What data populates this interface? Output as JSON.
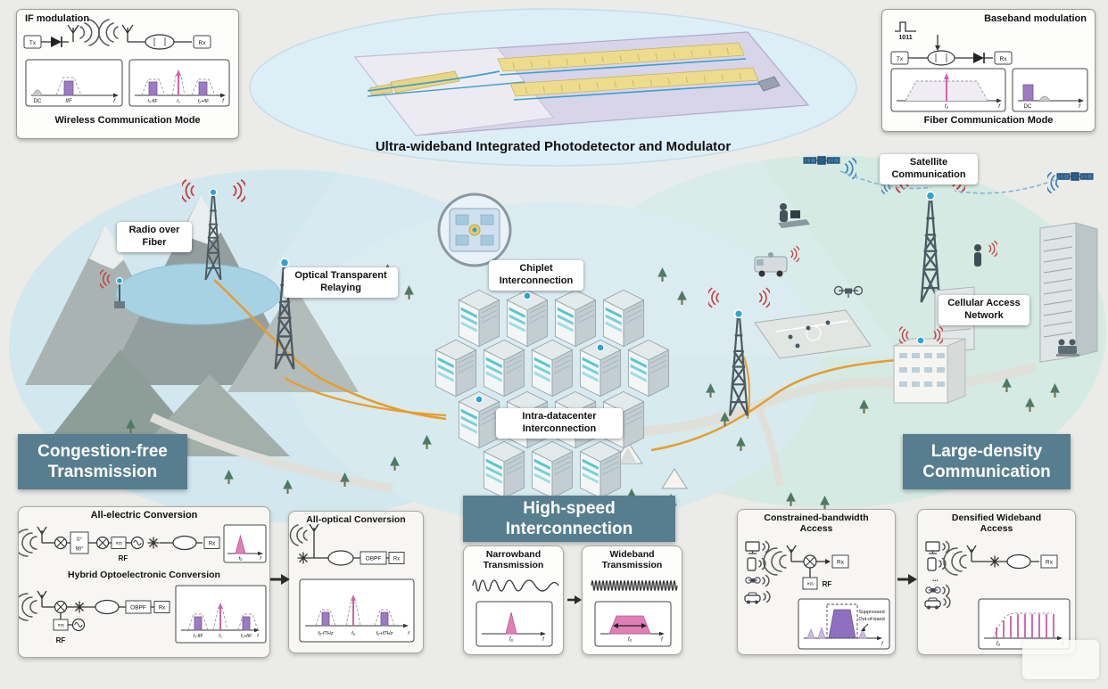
{
  "figure": {
    "chip_title": "Ultra-wideband Integrated Photodetector and Modulator"
  },
  "wireless_mode": {
    "title": "IF modulation",
    "caption": "Wireless Communication Mode",
    "tx": "Tx",
    "rx": "Rx",
    "spec_if": {
      "dc": "DC",
      "peak": "fIF",
      "axis": "f"
    },
    "spec_rf": {
      "lower": "f₀-fIF",
      "carrier": "f₀",
      "upper": "f₀+fIF",
      "axis": "f"
    }
  },
  "fiber_mode": {
    "title": "Baseband modulation",
    "bits": "1011",
    "caption": "Fiber Communication Mode",
    "tx": "Tx",
    "rx": "Rx",
    "spec_carrier": {
      "carrier": "f₀",
      "axis": "f"
    },
    "spec_dc": {
      "dc": "DC",
      "axis": "f"
    }
  },
  "scene": {
    "callouts": {
      "radio_over_fiber": "Radio over Fiber",
      "optical_relaying": "Optical Transparent Relaying",
      "chiplet": "Chiplet Interconnection",
      "satellite": "Satellite Communication",
      "cellular": "Cellular Access Network",
      "datacenter": "Intra-datacenter Interconnection"
    }
  },
  "banners": {
    "congestion": "Congestion-free Transmission",
    "highspeed": "High-speed Interconnection",
    "density": "Large-density Communication"
  },
  "conversion": {
    "electric_title": "All-electric Conversion",
    "hybrid_title": "Hybrid Optoelectronic Conversion",
    "deg0": "0°",
    "deg90": "90°",
    "xn": "×n",
    "rf": "RF",
    "rx": "Rx",
    "obpf": "OBPF",
    "spec_top": {
      "carrier": "f₀",
      "axis": "f"
    },
    "spec_bottom": {
      "lower": "f₀-fIF",
      "carrier": "f₀",
      "upper": "f₀+fIF",
      "axis": "f"
    }
  },
  "optical": {
    "title": "All-optical Conversion",
    "obpf": "OBPF",
    "rx": "Rx",
    "spec": {
      "lower": "f₀-fTHz",
      "carrier": "f₀",
      "upper": "f₀+fTHz",
      "axis": "f"
    }
  },
  "narrowband": {
    "title": "Narrowband Transmission",
    "spec": {
      "carrier": "f₀",
      "axis": "f"
    }
  },
  "wideband": {
    "title": "Wideband Transmission",
    "spec": {
      "carrier": "f₀",
      "axis": "f"
    }
  },
  "constrained": {
    "title": "Constrained-bandwidth Access",
    "rx": "Rx",
    "xn": "×n",
    "rf": "RF",
    "note_line1": "Suppressed",
    "note_line2": "Out-of-band",
    "spec": {
      "axis": "f"
    }
  },
  "densified": {
    "title": "Densified Wideband Access",
    "rx": "Rx",
    "more": "...",
    "spec": {
      "carrier": "f₀",
      "axis": "f"
    }
  }
}
